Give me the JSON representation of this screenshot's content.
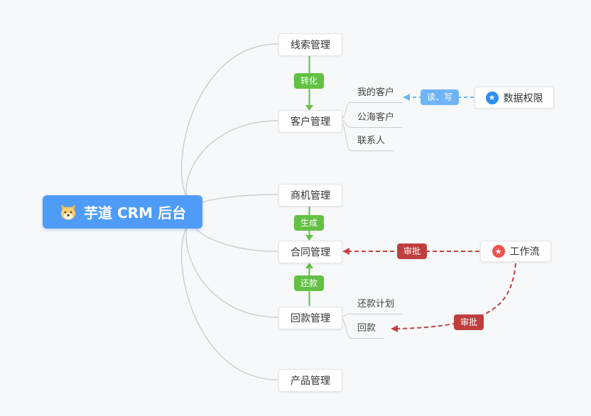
{
  "background": "#f7f8fa",
  "root": {
    "label": "芋道 CRM 后台",
    "color": "#4f9cf8",
    "icon": "dog-face-icon"
  },
  "nodes": {
    "leads": {
      "label": "线索管理"
    },
    "customers": {
      "label": "客户管理",
      "children": [
        {
          "label": "我的客户"
        },
        {
          "label": "公海客户"
        },
        {
          "label": "联系人"
        }
      ]
    },
    "opportunities": {
      "label": "商机管理"
    },
    "contracts": {
      "label": "合同管理"
    },
    "payments": {
      "label": "回款管理",
      "children": [
        {
          "label": "还款计划"
        },
        {
          "label": "回款"
        }
      ]
    },
    "products": {
      "label": "产品管理"
    }
  },
  "side_nodes": {
    "data_permission": {
      "label": "数据权限",
      "icon": "star-icon",
      "icon_color": "#2f8df5"
    },
    "workflow": {
      "label": "工作流",
      "icon": "star-icon",
      "icon_color": "#ef5350"
    }
  },
  "edges": {
    "convert": {
      "label": "转化",
      "color": "#62c143",
      "from": "线索管理",
      "to": "客户管理",
      "style": "solid-arrow"
    },
    "generate": {
      "label": "生成",
      "color": "#62c143",
      "from": "商机管理",
      "to": "合同管理",
      "style": "solid-arrow"
    },
    "repay": {
      "label": "还款",
      "color": "#62c143",
      "from": "回款管理",
      "to": "合同管理",
      "style": "solid-arrow"
    },
    "read_write": {
      "label": "读、写",
      "color": "#6fb5f5",
      "from": "数据权限",
      "to": "我的客户",
      "style": "dashed-arrow"
    },
    "approve_contract": {
      "label": "审批",
      "color": "#bf3e3e",
      "from": "工作流",
      "to": "合同管理",
      "style": "dashed-arrow"
    },
    "approve_payment": {
      "label": "审批",
      "color": "#bf3e3e",
      "from": "工作流",
      "to": "回款",
      "style": "dashed-arrow"
    }
  }
}
